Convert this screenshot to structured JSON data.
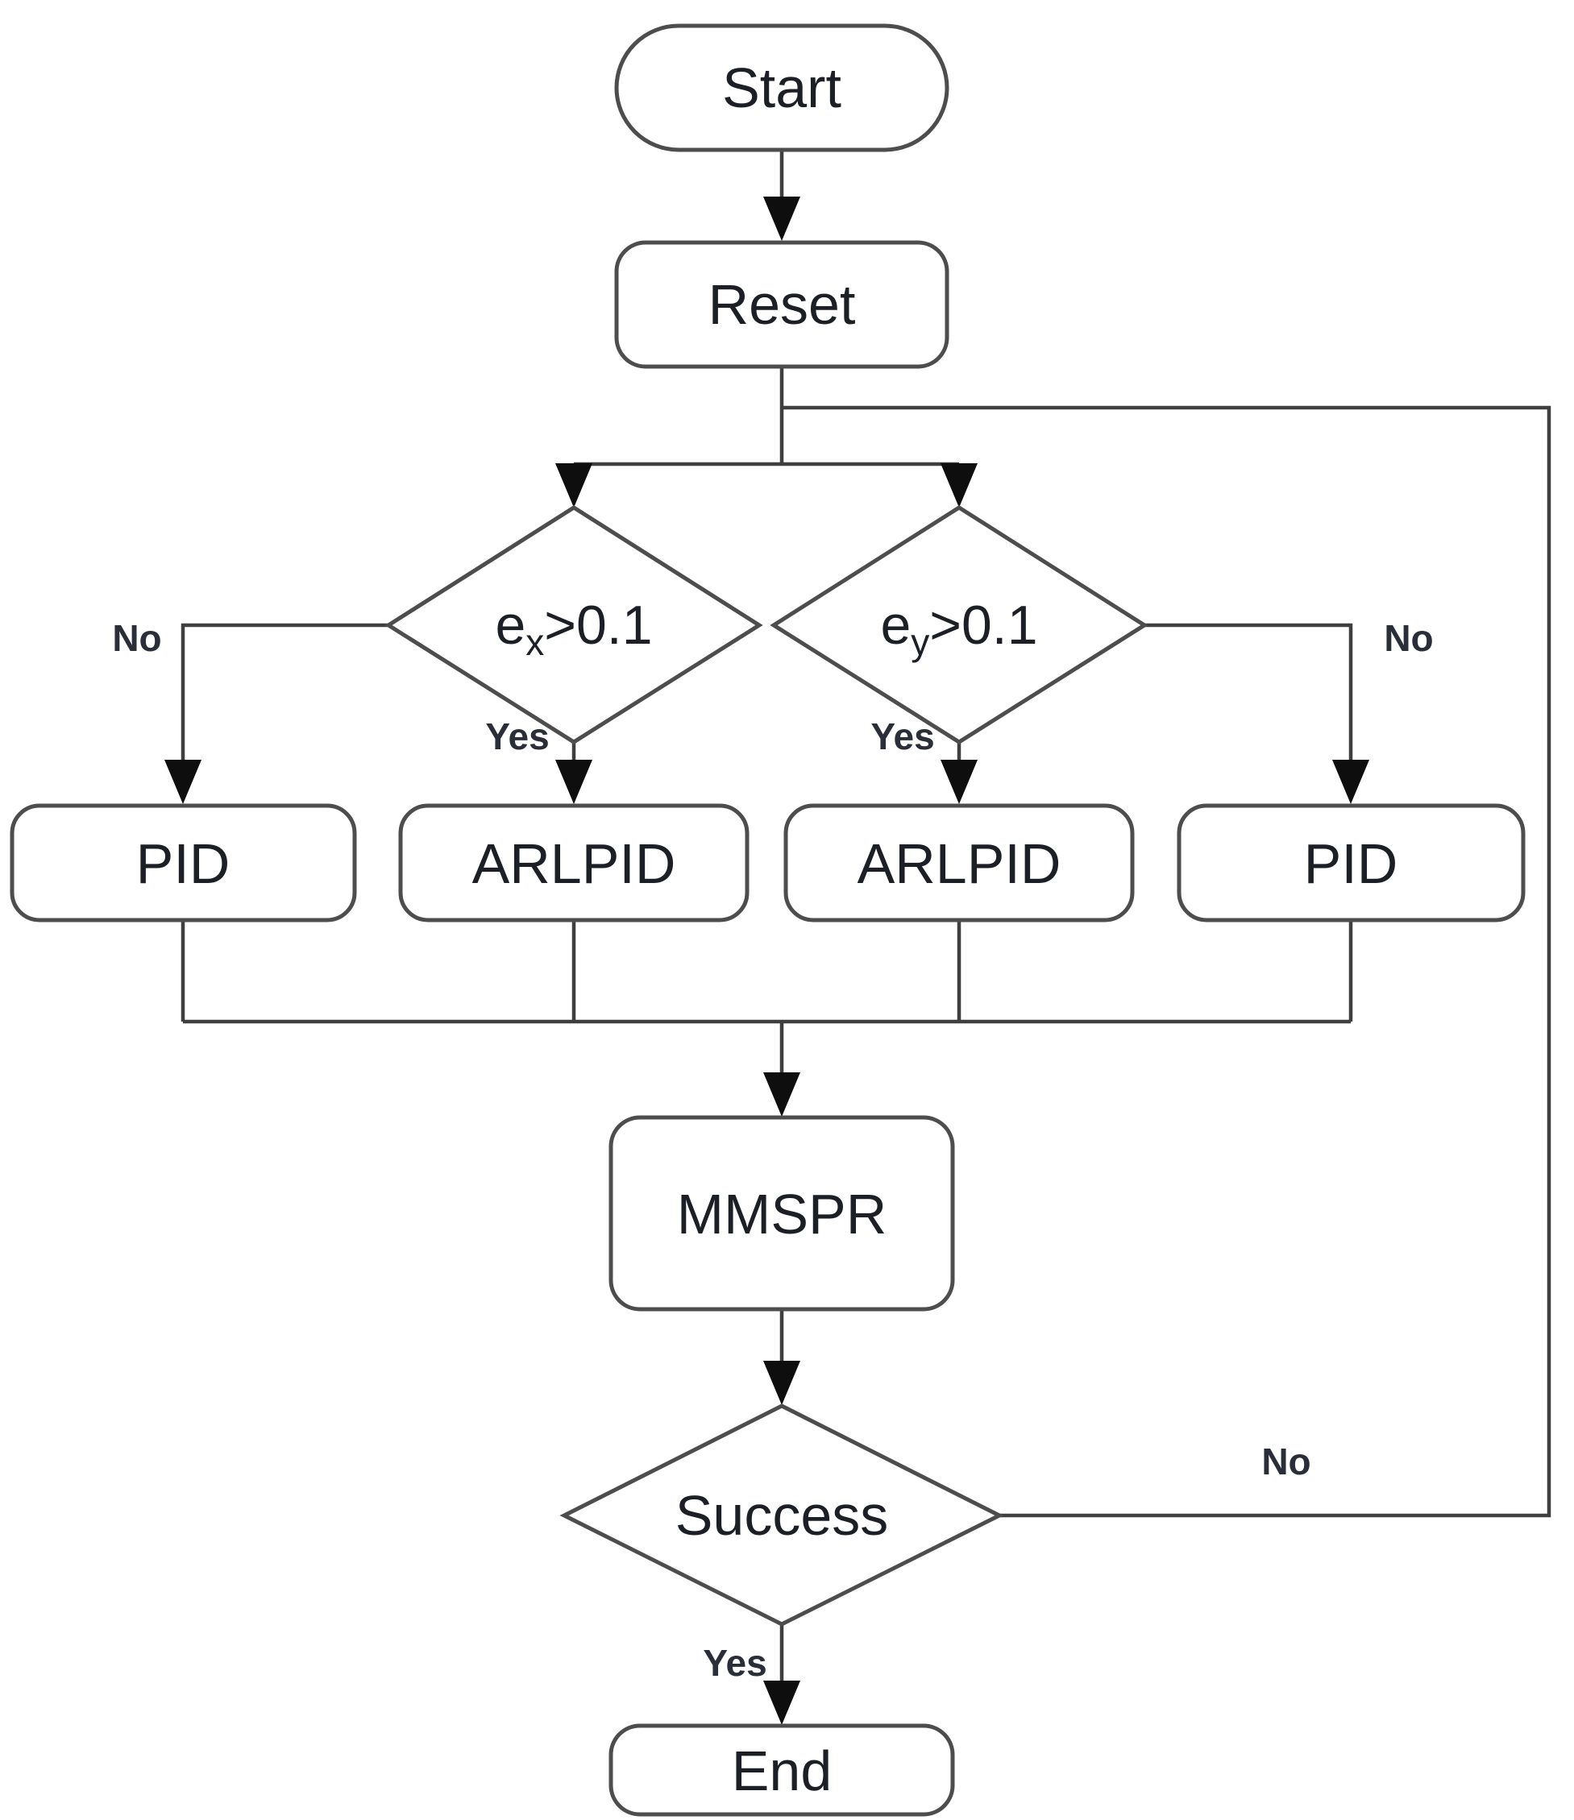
{
  "colors": {
    "background": "#ffffff",
    "line": "#3f3f3f",
    "shape_stroke": "#4d4d4d",
    "arrowhead": "#0e0e0e",
    "text": "#1c2026"
  },
  "nodes": {
    "start": {
      "label": "Start",
      "type": "terminator"
    },
    "reset": {
      "label": "Reset",
      "type": "process"
    },
    "decision_ex": {
      "base": "e",
      "sub": "x",
      "rest": ">0.1",
      "type": "decision"
    },
    "decision_ey": {
      "base": "e",
      "sub": "y",
      "rest": ">0.1",
      "type": "decision"
    },
    "pid_left": {
      "label": "PID",
      "type": "process"
    },
    "arlpid_left": {
      "label": "ARLPID",
      "type": "process"
    },
    "arlpid_right": {
      "label": "ARLPID",
      "type": "process"
    },
    "pid_right": {
      "label": "PID",
      "type": "process"
    },
    "mmspr": {
      "label": "MMSPR",
      "type": "process"
    },
    "success": {
      "label": "Success",
      "type": "decision"
    },
    "end": {
      "label": "End",
      "type": "terminator"
    }
  },
  "edge_labels": {
    "ex_no": "No",
    "ex_yes": "Yes",
    "ey_yes": "Yes",
    "ey_no": "No",
    "success_no": "No",
    "success_yes": "Yes"
  }
}
